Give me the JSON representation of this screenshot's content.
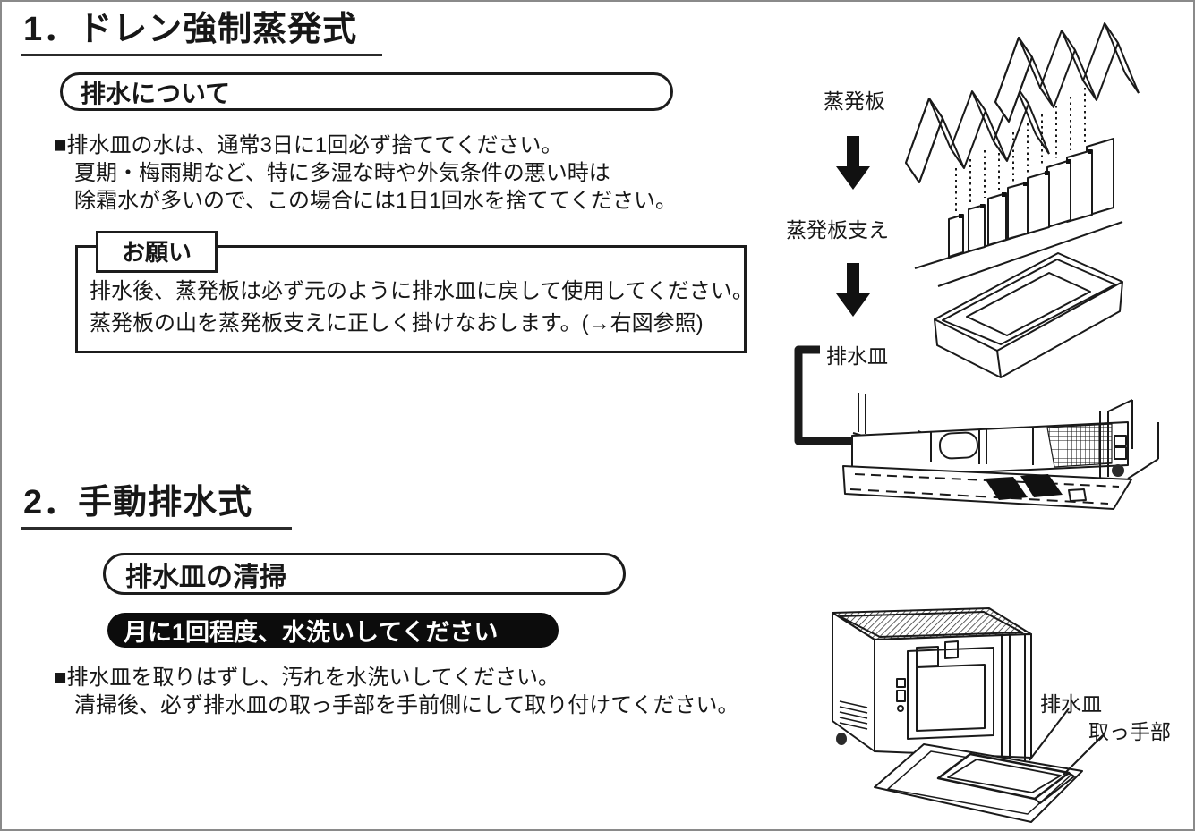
{
  "page": {
    "background": "#ffffff",
    "border_color": "#8a8a8a",
    "ink_color": "#1a1a1a"
  },
  "section1": {
    "title": "1．ドレン強制蒸発式",
    "header": "排水について",
    "body_lines": [
      "■排水皿の水は、通常3日に1回必ず捨ててください。",
      "夏期・梅雨期など、特に多湿な時や外気条件の悪い時は",
      "除霜水が多いので、この場合には1日1回水を捨ててください。"
    ],
    "notice": {
      "label": "お願い",
      "lines": [
        "排水後、蒸発板は必ず元のように排水皿に戻して使用してください。",
        "蒸発板の山を蒸発板支えに正しく掛けなおします。(→右図参照)"
      ]
    },
    "figure": {
      "label_evaporation_plate": "蒸発板",
      "label_plate_support": "蒸発板支え",
      "label_drain_pan": "排水皿"
    }
  },
  "section2": {
    "title": "2．手動排水式",
    "header": "排水皿の清掃",
    "badge": "月に1回程度、水洗いしてください",
    "body_lines": [
      "■排水皿を取りはずし、汚れを水洗いしてください。",
      "清掃後、必ず排水皿の取っ手部を手前側にして取り付けてください。"
    ],
    "figure": {
      "label_drain_pan": "排水皿",
      "label_handle": "取っ手部"
    }
  }
}
